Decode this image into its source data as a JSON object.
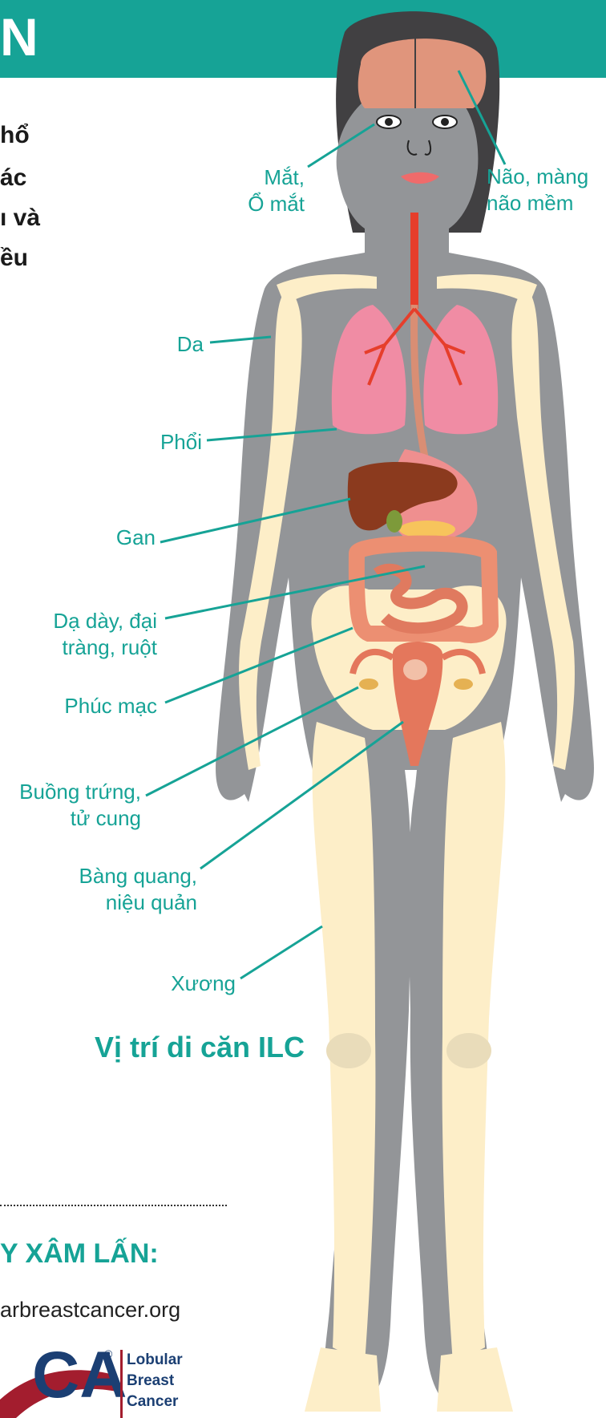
{
  "header": {
    "title": "N"
  },
  "intro_lines": [
    "hổ",
    "ác",
    "ı và",
    "ều"
  ],
  "labels": {
    "eyes": [
      "Mắt,",
      "Ổ mắt"
    ],
    "brain": [
      "Não, màng",
      "não mềm"
    ],
    "skin": "Da",
    "lungs": "Phổi",
    "liver": "Gan",
    "stomach": [
      "Dạ dày, đại",
      "tràng, ruột"
    ],
    "peritoneum": "Phúc mạc",
    "ovaries": [
      "Buồng trứng,",
      "tử cung"
    ],
    "bladder": [
      "Bàng quang,",
      "niệu quản"
    ],
    "bone": "Xương"
  },
  "caption": "Vị trí di căn ILC",
  "footer": {
    "heading": "Y XÂM LẤN:",
    "url": "arbreastcancer.org",
    "logo_lines": [
      "Lobular",
      "Breast",
      "Cancer"
    ],
    "logo_mark": "CA",
    "registered": "®"
  },
  "colors": {
    "teal": "#16a396",
    "body": "#939598",
    "hair": "#414042",
    "bone": "#fdeec8",
    "lungs": "#f08ca4",
    "liver": "#8b3a1e"
  }
}
